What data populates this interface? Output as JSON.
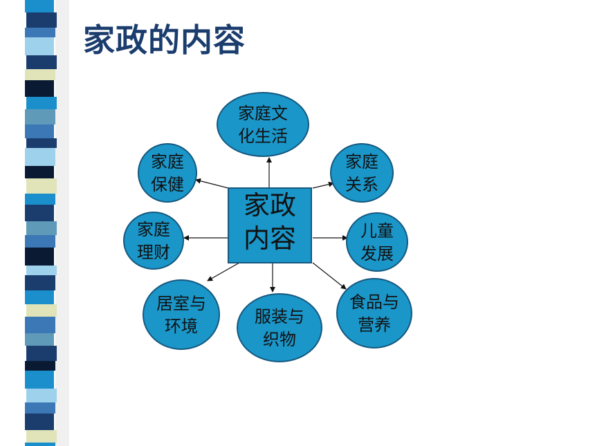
{
  "title": "家政的内容",
  "colors": {
    "node_fill": "#1a96c9",
    "node_stroke": "#15587e",
    "title": "#1b3d6e",
    "stripe_palette": [
      "#1a8fcc",
      "#3c78b5",
      "#1b3d6e",
      "#e0e4b8",
      "#0b1a33",
      "#9ed1ec",
      "#5f9ab8",
      "#f4f4f4"
    ]
  },
  "center": {
    "lines": [
      "家政",
      "内容"
    ]
  },
  "nodes": [
    {
      "id": "culture",
      "lines": [
        "家庭文",
        "化生活"
      ]
    },
    {
      "id": "relations",
      "lines": [
        "家庭",
        "关系"
      ]
    },
    {
      "id": "child",
      "lines": [
        "儿童",
        "发展"
      ]
    },
    {
      "id": "food",
      "lines": [
        "食品与",
        "营养"
      ]
    },
    {
      "id": "clothing",
      "lines": [
        "服装与",
        "织物"
      ]
    },
    {
      "id": "housing",
      "lines": [
        "居室与",
        "环境"
      ]
    },
    {
      "id": "finance",
      "lines": [
        "家庭",
        "理财"
      ]
    },
    {
      "id": "health",
      "lines": [
        "家庭",
        "保健"
      ]
    }
  ]
}
